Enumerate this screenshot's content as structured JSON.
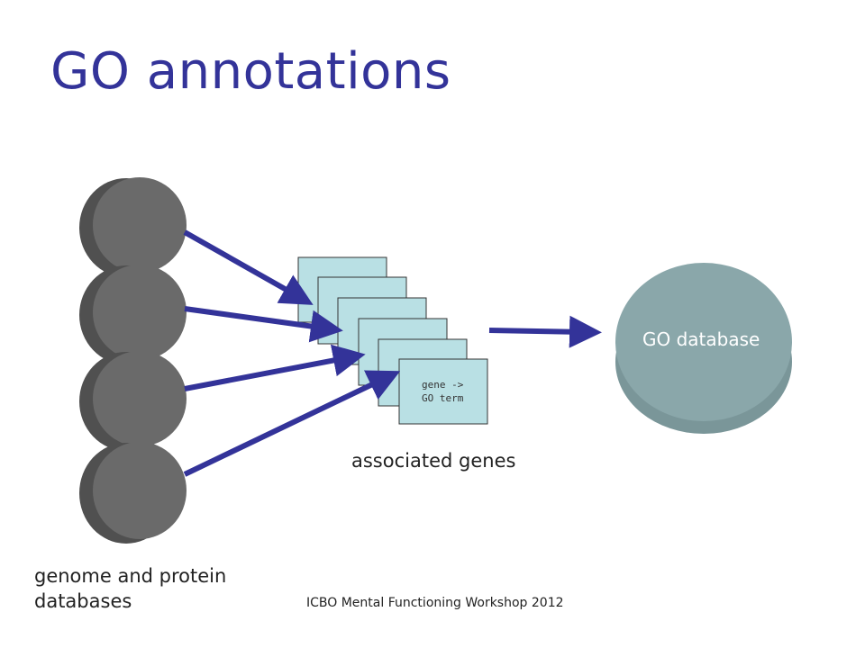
{
  "slide": {
    "title": "GO annotations",
    "footer": "ICBO Mental Functioning Workshop 2012"
  },
  "diagram": {
    "sources_caption_line1": "genome and protein",
    "sources_caption_line2": "databases",
    "cards_caption": "associated genes",
    "card_front_line1": "gene ->",
    "card_front_line2": "GO term",
    "target_label": "GO database",
    "colors": {
      "title": "#333399",
      "arrow": "#333399",
      "database_disk": "#606060",
      "card_fill": "#b9e0e4",
      "go_database": "#8aa7aa"
    }
  }
}
